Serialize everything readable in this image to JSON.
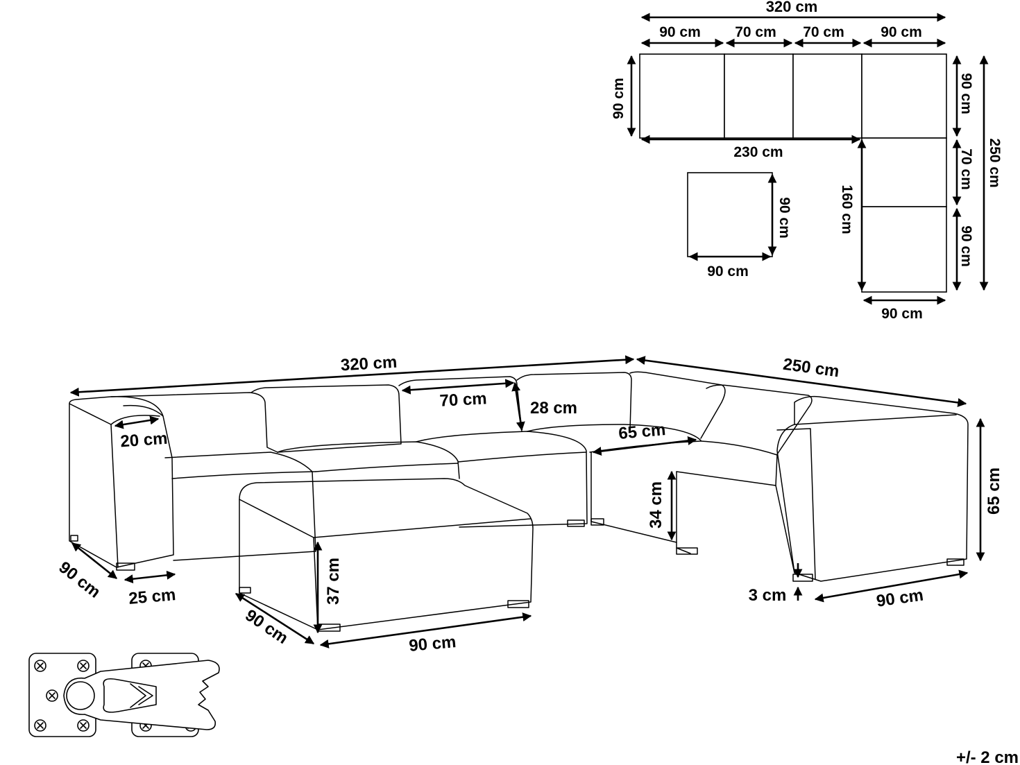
{
  "plan": {
    "top_total": "320 cm",
    "seg1": "90 cm",
    "seg2": "70 cm",
    "seg3": "70 cm",
    "seg4": "90 cm",
    "left_depth": "90 cm",
    "inner_length": "230 cm",
    "right_total": "250 cm",
    "right_seg1": "90 cm",
    "right_seg2": "70 cm",
    "right_seg3": "90 cm",
    "inner_height": "160 cm",
    "bottom_width": "90 cm",
    "ottoman_height": "90 cm",
    "ottoman_width": "90 cm"
  },
  "perspective": {
    "total_left": "320 cm",
    "total_right": "250 cm",
    "back_seat_width": "70 cm",
    "back_height": "28 cm",
    "arm_width": "20 cm",
    "corner_seat_width": "65 cm",
    "seat_height": "34 cm",
    "total_height": "65 cm",
    "left_depth": "90 cm",
    "leg_offset": "25 cm",
    "ottoman_height": "37 cm",
    "ottoman_depth": "90 cm",
    "ottoman_width": "90 cm",
    "leg_height": "3 cm",
    "right_depth": "90 cm"
  },
  "tolerance": "+/- 2 cm"
}
